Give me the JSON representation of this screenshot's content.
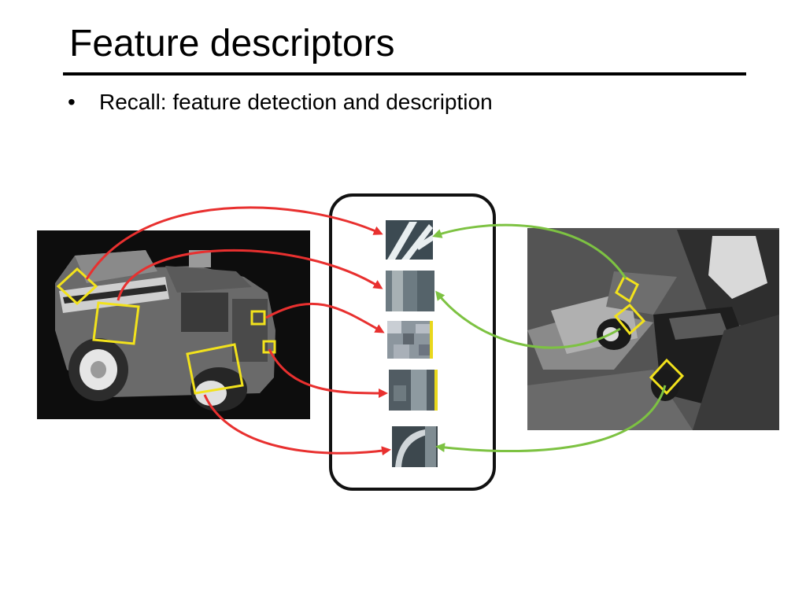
{
  "slide": {
    "title": "Feature descriptors",
    "bullets": [
      {
        "marker": "•",
        "text": "Recall: feature detection and description"
      }
    ]
  },
  "figure": {
    "left_image": "toy truck photo (grayscale) with yellow feature boxes",
    "right_image": "toy truck in cluttered scene (grayscale) with yellow feature boxes",
    "center_panel": "rounded box containing 5 extracted feature patches",
    "patch_count": 5,
    "colors": {
      "left_arrows": "#e8302f",
      "right_arrows": "#7dc242",
      "feature_boxes": "#f2e21c",
      "panel_border": "#111111"
    },
    "mapping": {
      "left": [
        "patch-1",
        "patch-2",
        "patch-3",
        "patch-4",
        "patch-5"
      ],
      "right": [
        "patch-1",
        "patch-2",
        "patch-5"
      ]
    }
  }
}
